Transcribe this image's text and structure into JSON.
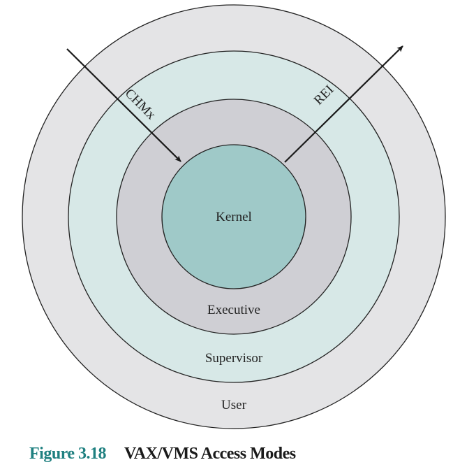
{
  "diagram": {
    "rings": [
      {
        "label": "User",
        "color": "#e4e4e6"
      },
      {
        "label": "Supervisor",
        "color": "#d7e8e7"
      },
      {
        "label": "Executive",
        "color": "#cfcfd4"
      },
      {
        "label": "Kernel",
        "color": "#9fc9c8"
      }
    ],
    "arrows": [
      {
        "label": "CHMx",
        "direction": "inward"
      },
      {
        "label": "REI",
        "direction": "outward"
      }
    ]
  },
  "caption": {
    "figure_number": "Figure 3.18",
    "title": "VAX/VMS Access Modes",
    "figure_color": "#1f8080"
  }
}
